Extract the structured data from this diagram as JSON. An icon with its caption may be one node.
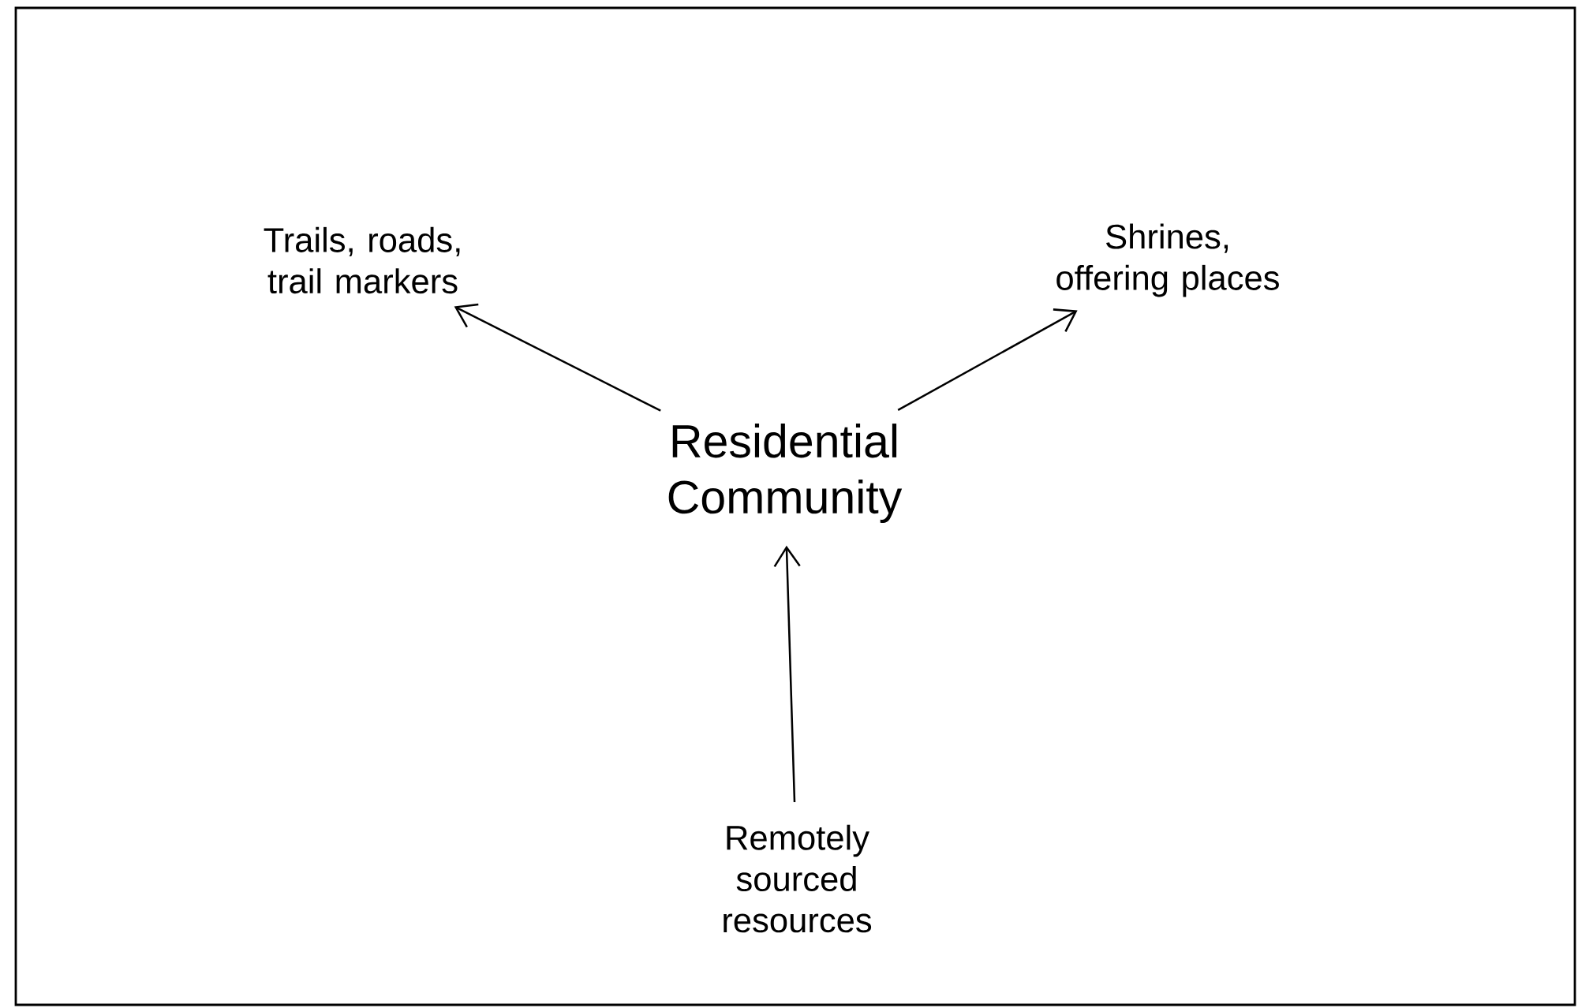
{
  "diagram": {
    "nodes": [
      {
        "text": [
          "Residential Community"
        ]
      },
      {
        "text": [
          "Trails, roads, trail markers"
        ]
      },
      {
        "text": [
          "Shrines, offering places"
        ]
      },
      {
        "text": [
          "Remotely sourced resources"
        ]
      }
    ],
    "edges": [
      {
        "from": 0,
        "to": 1,
        "arrow": "to"
      },
      {
        "from": 0,
        "to": 2,
        "arrow": "to"
      },
      {
        "from": 3,
        "to": 0,
        "arrow": "to"
      }
    ]
  }
}
